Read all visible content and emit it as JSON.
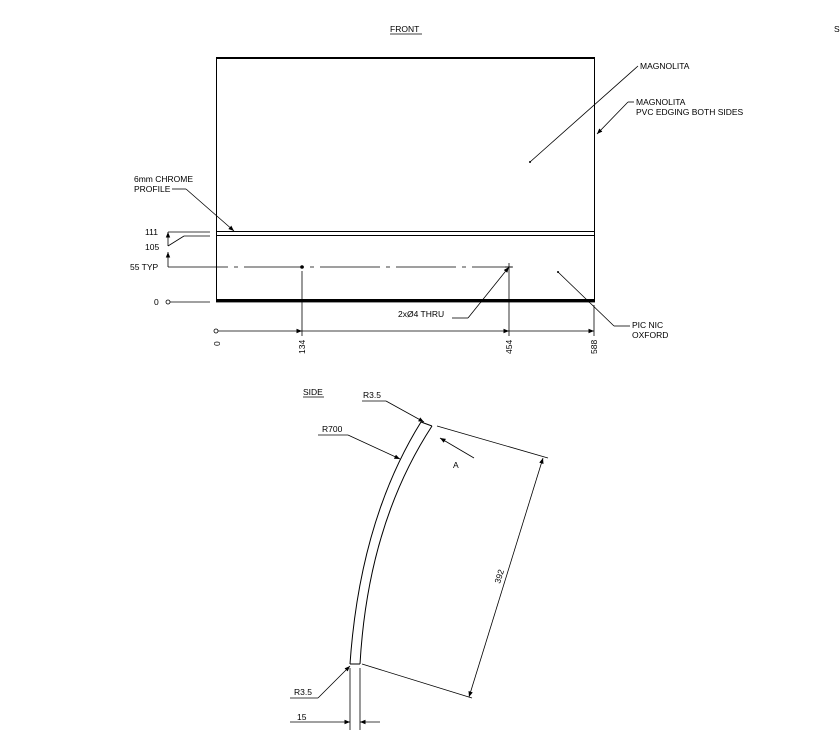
{
  "front": {
    "title": "FRONT",
    "label_magnolita": "MAGNOLITA",
    "label_magnolita_edging_1": "MAGNOLITA",
    "label_magnolita_edging_2": "PVC EDGING BOTH SIDES",
    "label_chrome_1": "6mm CHROME",
    "label_chrome_2": "PROFILE",
    "label_pic_nic_1": "PIC NIC",
    "label_pic_nic_2": "OXFORD",
    "label_holes": "2xØ4 THRU",
    "v_dims": [
      "111",
      "105",
      "55 TYP",
      "0"
    ],
    "h_dims": [
      "0",
      "134",
      "454",
      "588"
    ]
  },
  "side": {
    "title": "SIDE",
    "label_r35_top": "R3.5",
    "label_r700": "R700",
    "label_arrow_a": "A",
    "label_392": "392",
    "label_r35_bottom": "R3.5",
    "label_15": "15"
  },
  "edge_fragment": "S"
}
